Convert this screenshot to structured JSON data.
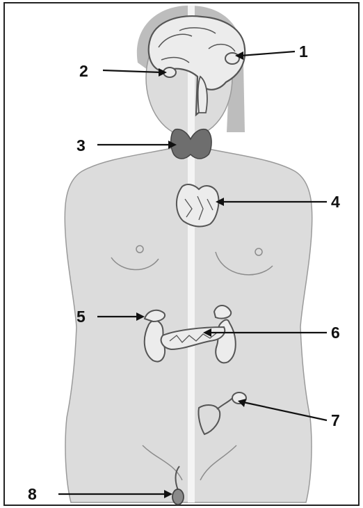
{
  "diagram": {
    "labels": [
      {
        "id": "1",
        "text": "1"
      },
      {
        "id": "2",
        "text": "2"
      },
      {
        "id": "3",
        "text": "3"
      },
      {
        "id": "4",
        "text": "4"
      },
      {
        "id": "5",
        "text": "5"
      },
      {
        "id": "6",
        "text": "6"
      },
      {
        "id": "7",
        "text": "7"
      },
      {
        "id": "8",
        "text": "8"
      }
    ]
  },
  "colors": {
    "skin": "#dcdcdc",
    "skin_edge": "#9a9a9a",
    "hair": "#bdbdbd",
    "organ_fill": "#ececec",
    "organ_edge": "#555555",
    "thyroid": "#6e6e6e",
    "frame": "#222222"
  }
}
